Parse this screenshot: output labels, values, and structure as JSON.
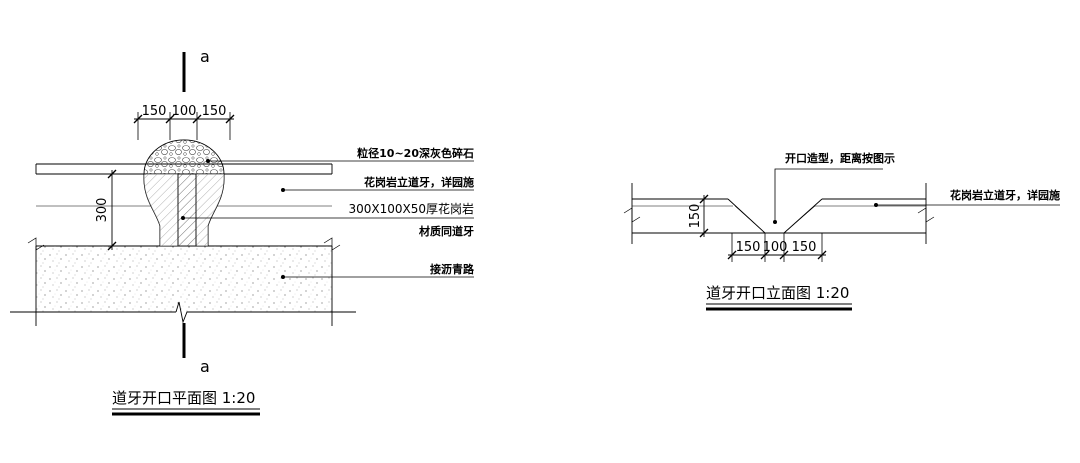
{
  "plan": {
    "section_mark_top": "a",
    "section_mark_bottom": "a",
    "dim_top": [
      "150",
      "100",
      "150"
    ],
    "dim_left": "300",
    "callouts": {
      "gravel": "粒径10~20深灰色碎石",
      "curb": "花岗岩立道牙，详园施",
      "granite_block": "300X100X50厚花岗岩",
      "same_material": "材质同道牙",
      "asphalt": "接沥青路"
    },
    "title": "道牙开口平面图 1:20"
  },
  "elevation": {
    "callout_opening": "开口造型，距离按图示",
    "callout_curb": "花岗岩立道牙，详园施",
    "dim_left": "150",
    "dim_bottom": [
      "150",
      "100",
      "150"
    ],
    "title": "道牙开口立面图 1:20"
  }
}
